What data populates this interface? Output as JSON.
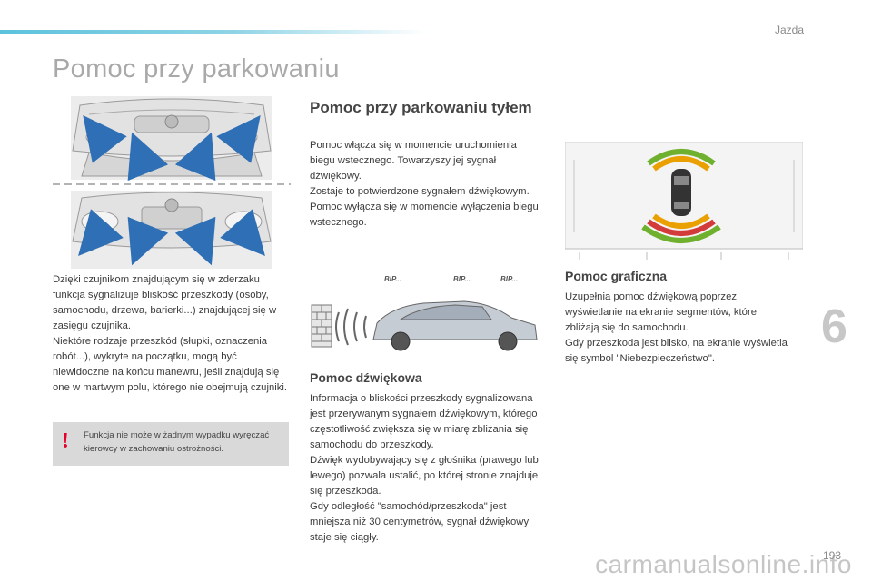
{
  "header": {
    "section_label": "Jazda",
    "accent_color": "#5cc2dc"
  },
  "page_title": "Pomoc przy parkowaniu",
  "left_column": {
    "paragraph": "Dzięki czujnikom znajdującym się w zderzaku funkcja sygnalizuje bliskość przeszkody (osoby, samochodu, drzewa, barierki...) znajdującej się w zasięgu czujnika.\nNiektóre rodzaje przeszkód (słupki, oznaczenia robót...), wykryte na początku, mogą być niewidoczne na końcu manewru, jeśli znajdują się one w martwym polu, którego nie obejmują czujniki.",
    "warning": {
      "icon": "exclamation-icon",
      "text": "Funkcja nie może w żadnym wypadku wyręczać kierowcy w zachowaniu ostrożności."
    }
  },
  "middle_column": {
    "heading": "Pomoc przy parkowaniu tyłem",
    "paragraph": "Pomoc włącza się w momencie uruchomienia biegu wstecznego. Towarzyszy jej sygnał dźwiękowy.\nZostaje to potwierdzone sygnałem dźwiękowym.\nPomoc wyłącza się w momencie wyłączenia biegu wstecznego.",
    "beep_labels": [
      "BIP...",
      "BIP...",
      "BIP..."
    ],
    "sound_heading": "Pomoc dźwiękowa",
    "sound_paragraph": "Informacja o bliskości przeszkody sygnalizowana jest przerywanym sygnałem dźwiękowym, którego częstotliwość zwiększa się w miarę zbliżania się samochodu do przeszkody.\nDźwięk wydobywający się z głośnika (prawego lub lewego) pozwala ustalić, po której stronie znajduje się przeszkoda.\nGdy odległość \"samochód/przeszkoda\" jest mniejsza niż 30 centymetrów, sygnał dźwiękowy staje się ciągły."
  },
  "right_column": {
    "graphic_heading": "Pomoc graficzna",
    "graphic_paragraph": "Uzupełnia pomoc dźwiękową poprzez wyświetlanie na ekranie segmentów, które zbliżają się do samochodu.\nGdy przeszkoda jest blisko, na ekranie wyświetla się symbol \"Niebezpieczeństwo\"."
  },
  "chapter_number": "6",
  "page_number": "193",
  "watermark": "carmanualsonline.info"
}
